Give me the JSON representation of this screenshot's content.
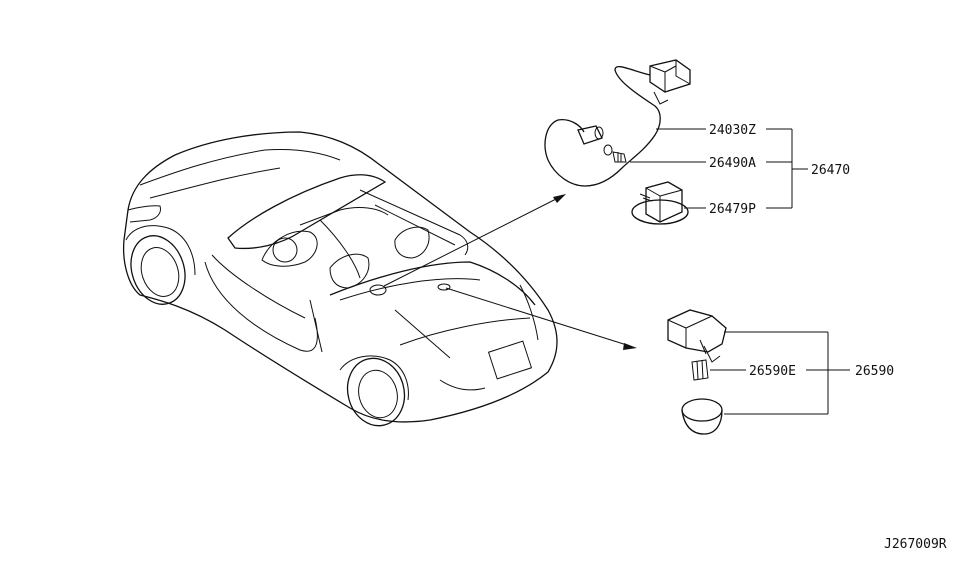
{
  "labels": {
    "p24030z": "24030Z",
    "p26490a": "26490A",
    "p26479p": "26479P",
    "p26470": "26470",
    "p26590e": "26590E",
    "p26590": "26590"
  },
  "diagram_code": "J267009R"
}
